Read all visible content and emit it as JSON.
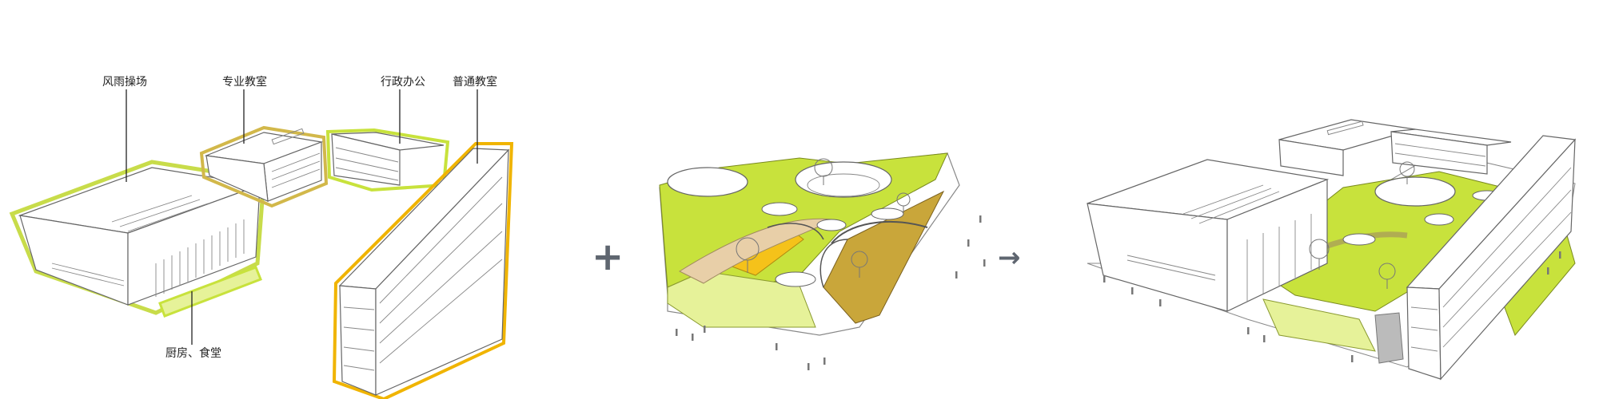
{
  "panels": {
    "left": {
      "labels": {
        "rain_ground": "风雨操场",
        "special_classroom": "专业教室",
        "admin_office": "行政办公",
        "general_classroom": "普通教室",
        "kitchen_canteen": "厨房、食堂"
      }
    }
  },
  "operators": {
    "plus": "+",
    "arrow": "→"
  },
  "colors": {
    "lime": "#c8e23c",
    "lime_light": "#e6f299",
    "olive_yellow": "#d2c64a",
    "orange": "#f5c21a",
    "gold": "#f0b400",
    "earth": "#c9a63a",
    "tan": "#e8cfa8",
    "outline": "#666666",
    "operator": "#5f6670"
  },
  "icons": [
    "plus-icon",
    "arrow-right-icon"
  ]
}
